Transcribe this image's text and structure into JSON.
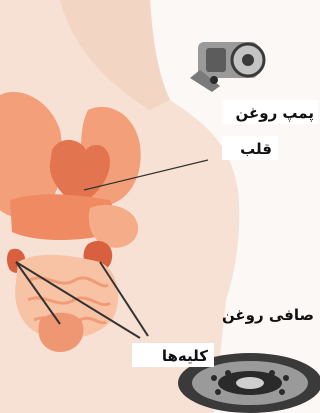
{
  "labels": {
    "oil_pump": "پمپ روغن",
    "heart": "قلب",
    "oil_filter": "صافی روغن",
    "kidneys": "کلیه‌ها"
  },
  "colors": {
    "skin": "#f6d9c8",
    "organ": "#f3a07a",
    "organ_dark": "#e2754f",
    "organ_light": "#f8c3a5",
    "line": "#333333",
    "label_bg": "#ffffff",
    "metal": "#9a9a9a",
    "metal_dark": "#3a3a3a"
  },
  "icons": [
    "oil-pump-icon",
    "oil-filter-icon"
  ]
}
